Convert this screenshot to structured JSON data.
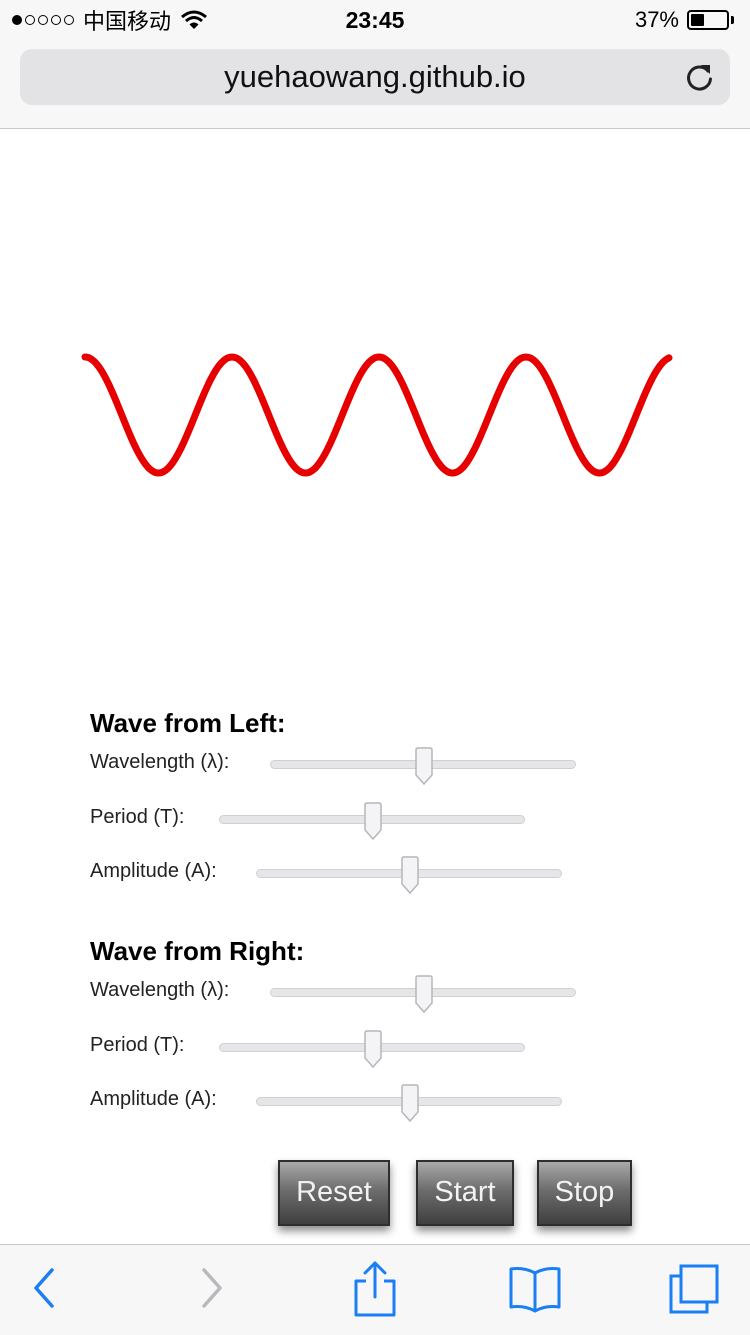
{
  "status_bar": {
    "carrier": "中国移动",
    "time": "23:45",
    "battery": "37%",
    "battery_level": 0.37,
    "signal_bars_filled": 1,
    "signal_bars_total": 5
  },
  "browser": {
    "url": "yuehaowang.github.io"
  },
  "wave": {
    "color": "#e60000"
  },
  "wave_left": {
    "title": "Wave from Left:",
    "wavelength_label": "Wavelength (λ):",
    "period_label": "Period (T):",
    "amplitude_label": "Amplitude (A):",
    "wavelength_value": 0.5,
    "period_value": 0.5,
    "amplitude_value": 0.5
  },
  "wave_right": {
    "title": "Wave from Right:",
    "wavelength_label": "Wavelength (λ):",
    "period_label": "Period (T):",
    "amplitude_label": "Amplitude (A):",
    "wavelength_value": 0.5,
    "period_value": 0.5,
    "amplitude_value": 0.5
  },
  "buttons": {
    "reset": "Reset",
    "start": "Start",
    "stop": "Stop"
  },
  "toolbar": {
    "icons": [
      "back-icon",
      "forward-icon",
      "share-icon",
      "bookmarks-icon",
      "tabs-icon"
    ]
  }
}
